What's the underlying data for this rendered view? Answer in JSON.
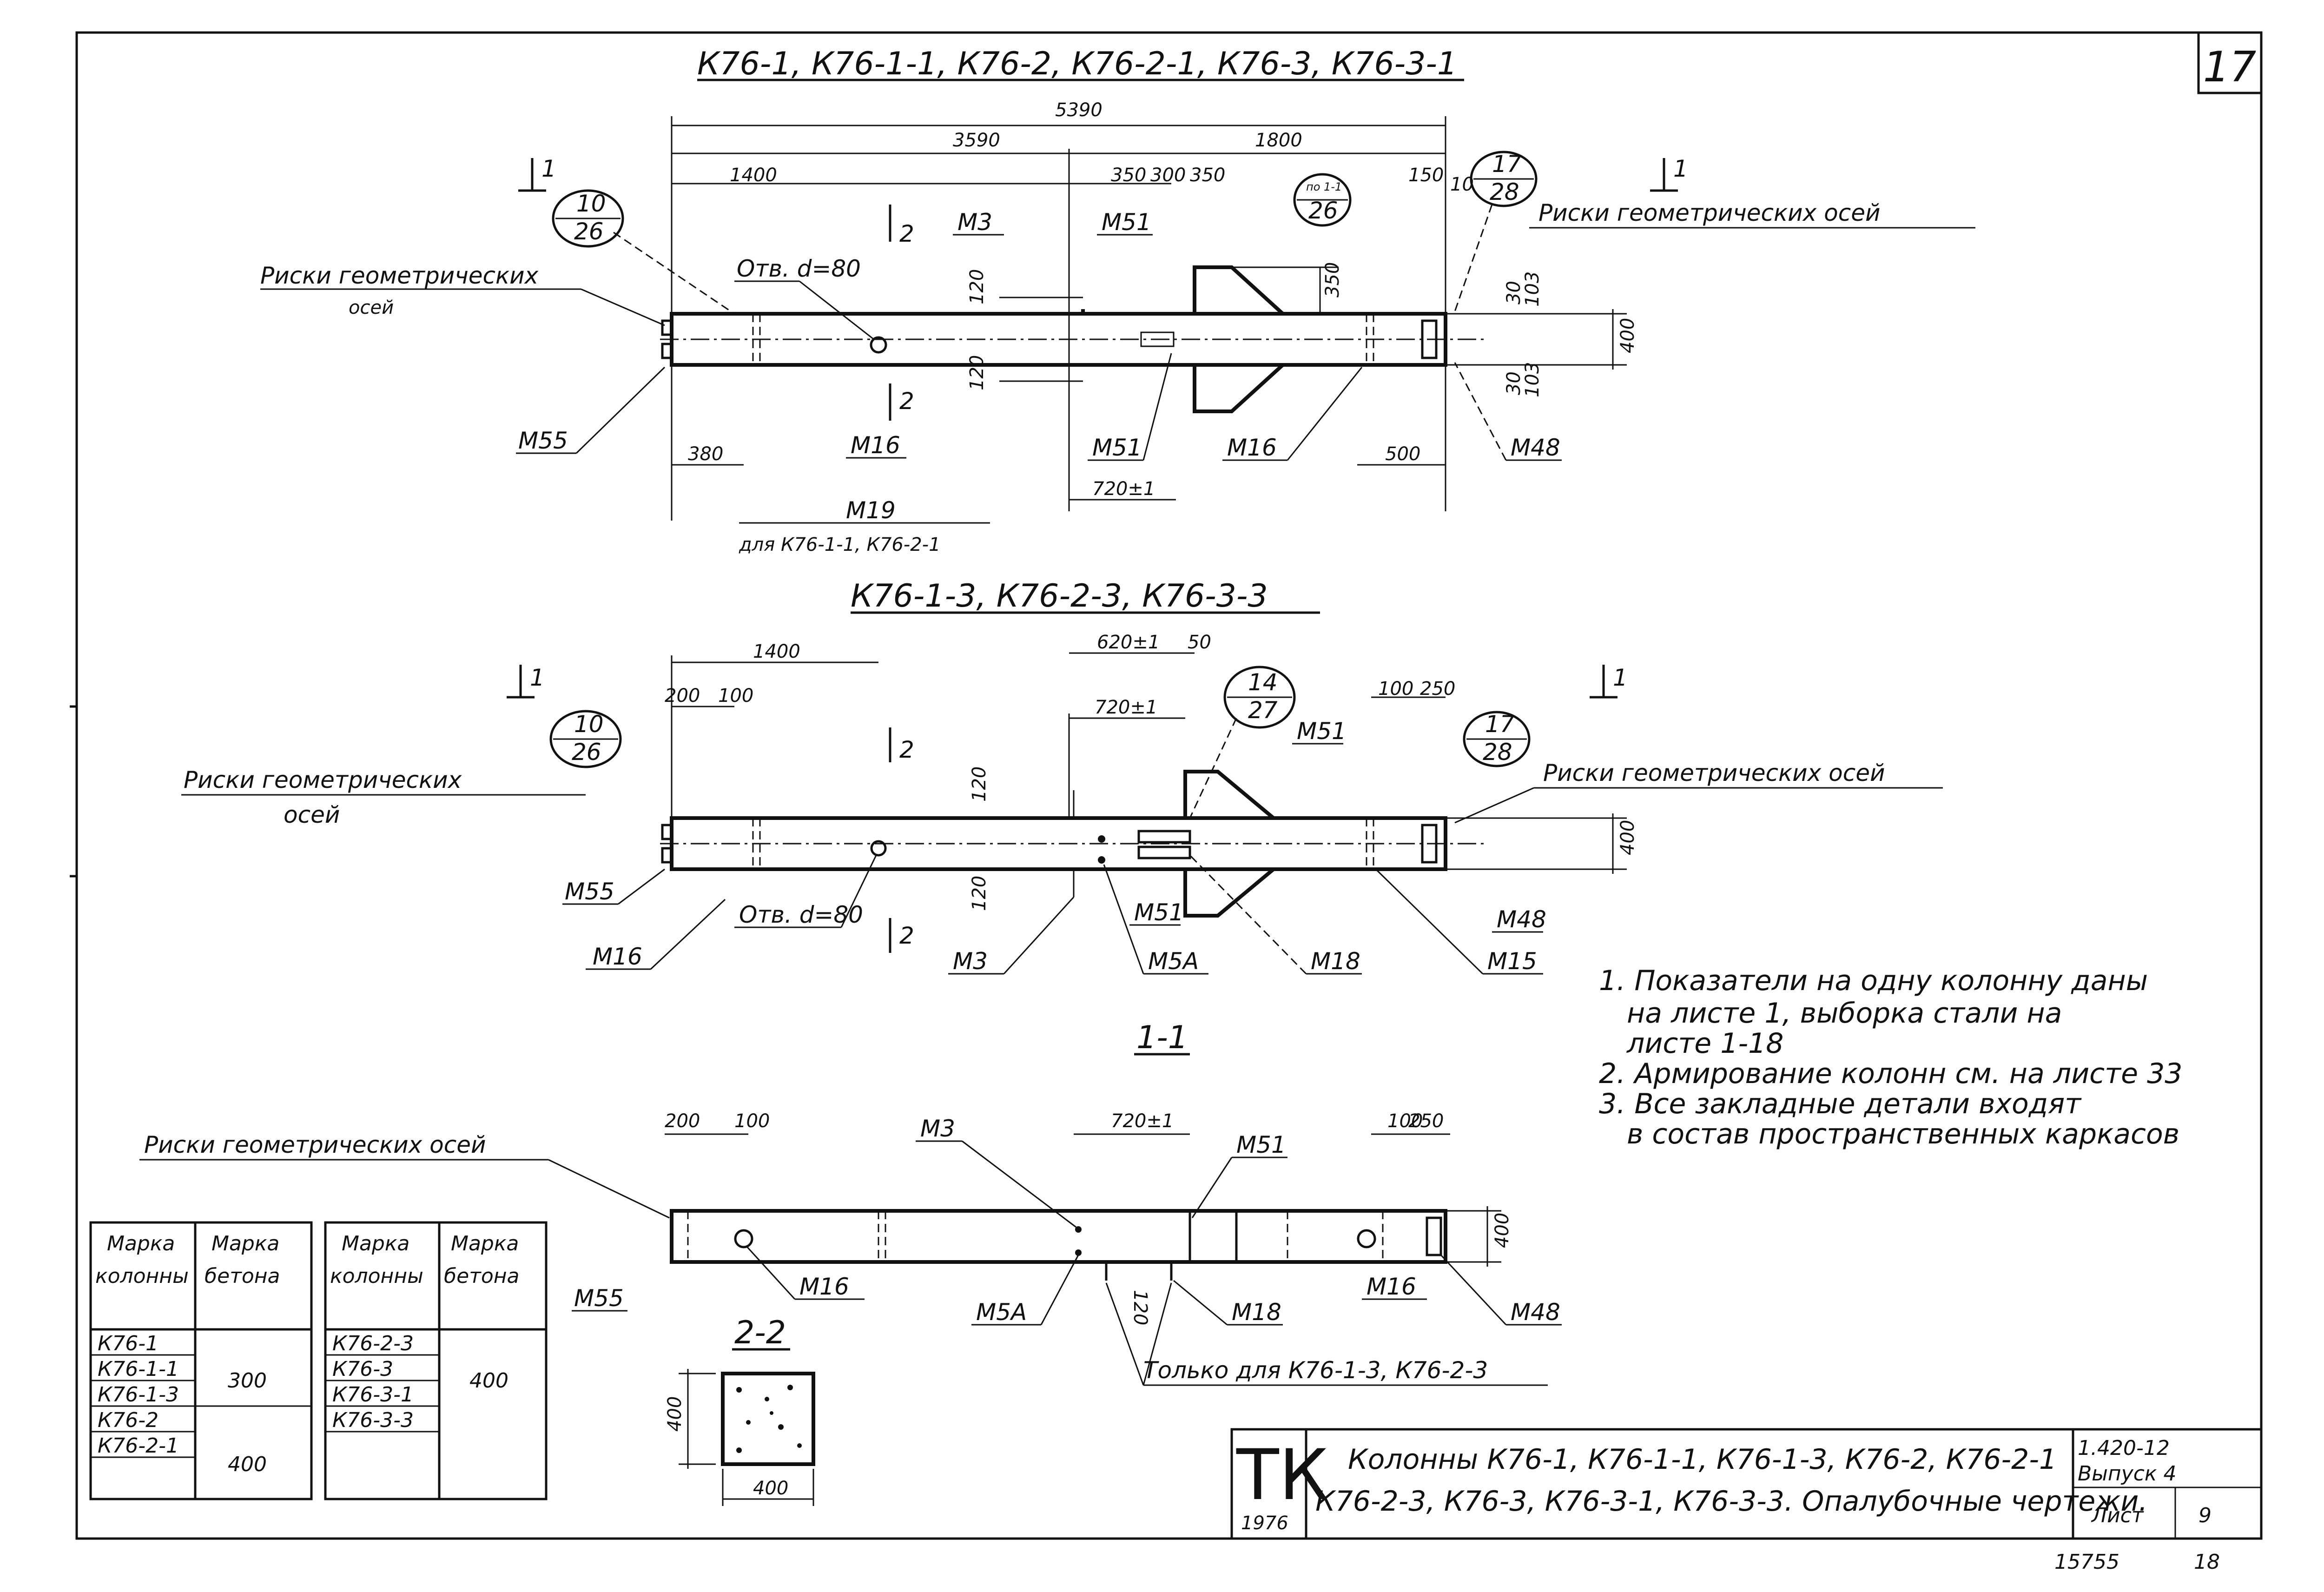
{
  "sheet": {
    "corner_number": "17"
  },
  "view1": {
    "title": "К76-1, К76-1-1, К76-2, К76-2-1, К76-3, К76-3-1",
    "dims": {
      "total": "5390",
      "d3590": "3590",
      "d1800": "1800",
      "d1400": "1400",
      "d350a": "350",
      "d300": "300",
      "d350b": "350",
      "d150": "150",
      "d10": "10",
      "d350c": "350",
      "d120a": "120",
      "d120b": "120",
      "d400": "400",
      "d30a": "30",
      "d103a": "103",
      "d30b": "30",
      "d103b": "103",
      "d380": "380",
      "d500": "500",
      "d720": "720±1"
    },
    "marks": {
      "sec1": "1",
      "sec2": "2"
    },
    "callouts": {
      "a": {
        "top": "10",
        "bottom": "26"
      },
      "b": {
        "top": "17",
        "bottom": "28"
      },
      "c": {
        "top": "по 1-1",
        "bottom": "26"
      }
    },
    "labels": {
      "risk_left_1": "Риски геометрических",
      "risk_left_2": "осей",
      "risk_right": "Риски геометрических осей",
      "m3": "М3",
      "m51": "М51",
      "otv": "Отв. d=80",
      "m55": "М55",
      "m16": "М16",
      "m48": "М48",
      "m19": "М19",
      "m19_note": "для К76-1-1, К76-2-1"
    }
  },
  "view2": {
    "title": "К76-1-3, К76-2-3, К76-3-3",
    "dims": {
      "d1400": "1400",
      "d200": "200",
      "d100a": "100",
      "d620": "620±1",
      "d50": "50",
      "d720": "720±1",
      "d100b": "100",
      "d250": "250",
      "d120a": "120",
      "d120b": "120",
      "d400": "400"
    },
    "marks": {
      "sec1": "1",
      "sec2": "2"
    },
    "callouts": {
      "a": {
        "top": "10",
        "bottom": "26"
      },
      "b": {
        "top": "14",
        "bottom": "27"
      },
      "c": {
        "top": "17",
        "bottom": "28"
      }
    },
    "labels": {
      "risk_left_1": "Риски геометрических",
      "risk_left_2": "осей",
      "risk_right": "Риски геометрических осей",
      "m51": "М51",
      "m55": "М55",
      "m16": "М16",
      "otv": "Отв. d=80",
      "m3": "М3",
      "m5a": "М5А",
      "m18": "М18",
      "m48": "М48",
      "m15": "М15"
    }
  },
  "section11": {
    "title": "1-1",
    "dims": {
      "d200": "200",
      "d100a": "100",
      "d720": "720±1",
      "d100b": "100",
      "d250": "250",
      "d400": "400",
      "d120": "120"
    },
    "labels": {
      "risk": "Риски геометрических осей",
      "m3": "М3",
      "m51": "М51",
      "m55": "М55",
      "m16": "М16",
      "m5a": "М5А",
      "m18": "М18",
      "m48": "М48",
      "only_for": "Только для К76-1-3, К76-2-3"
    }
  },
  "section22": {
    "title": "2-2",
    "dims": {
      "v400": "400",
      "h400": "400"
    }
  },
  "notes": {
    "n1a": "1. Показатели на одну колонну даны",
    "n1b": "на листе 1, выборка стали на",
    "n1c": "листе 1-18",
    "n2": "2. Армирование колонн см. на листе 33",
    "n3a": "3. Все закладные детали входят",
    "n3b": "в состав пространственных каркасов"
  },
  "table_left": {
    "header_col1_a": "Марка",
    "header_col1_b": "колонны",
    "header_col2_a": "Марка",
    "header_col2_b": "бетона",
    "rows": [
      "К76-1",
      "К76-1-1",
      "К76-1-3",
      "К76-2",
      "К76-2-1"
    ],
    "grade_1": "300",
    "grade_2": "400"
  },
  "table_right": {
    "header_col1_a": "Марка",
    "header_col1_b": "колонны",
    "header_col2_a": "Марка",
    "header_col2_b": "бетона",
    "rows": [
      "К76-2-3",
      "К76-3",
      "К76-3-1",
      "К76-3-3"
    ],
    "grade_1": "400"
  },
  "title_block": {
    "org": "ТК",
    "year": "1976",
    "title_line1": "Колонны К76-1, К76-1-1, К76-1-3, К76-2, К76-2-1",
    "title_line2": "К76-2-3, К76-3, К76-3-1, К76-3-3. Опалубочные чертежи.",
    "series": "1.420-12",
    "issue": "Выпуск 4",
    "sheet_label": "Лист",
    "sheet_value": "9",
    "inventory": "15755",
    "page": "18"
  }
}
